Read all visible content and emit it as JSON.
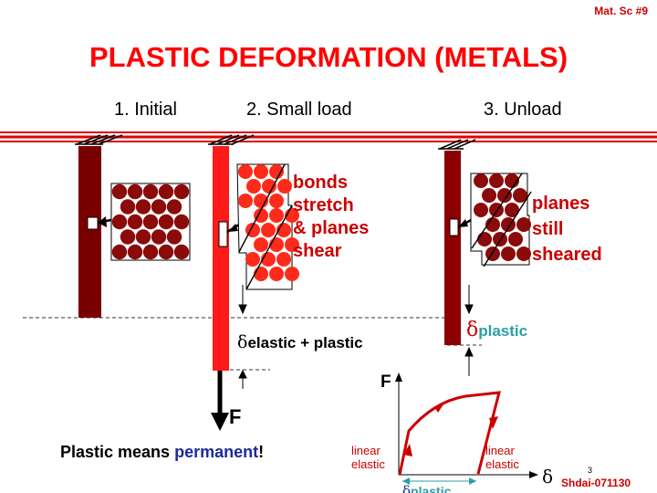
{
  "slide_tag": "Mat. Sc #9",
  "title": "PLASTIC DEFORMATION (METALS)",
  "steps": {
    "initial": "1. Initial",
    "small_load": "2. Small load",
    "unload": "3. Unload"
  },
  "annotations": {
    "small_load_lines": [
      "bonds",
      "stretch",
      "& planes",
      "shear"
    ],
    "unload_lines": [
      "planes",
      "still",
      "sheared"
    ],
    "delta_symbol": "δ",
    "elastic_plastic_label": "elastic + plastic",
    "plastic_label": "plastic",
    "force_label": "F"
  },
  "graph": {
    "y_label": "F",
    "x_label": "δ",
    "linear_elastic_left": [
      "linear",
      "elastic"
    ],
    "linear_elastic_right": [
      "linear",
      "elastic"
    ],
    "bottom_label": "plastic"
  },
  "footer": {
    "prefix": "Plastic means ",
    "highlight": "permanent",
    "suffix": "!"
  },
  "page_number": "3",
  "slide_id": "Shdai-071130",
  "colors": {
    "title_red": "#ff0000",
    "dark_red": "#7a0000",
    "bright_red": "#ff1a1a",
    "atom_red": "#8b0a0a",
    "teal": "#2a9fa5",
    "navy": "#1b2a9c"
  }
}
